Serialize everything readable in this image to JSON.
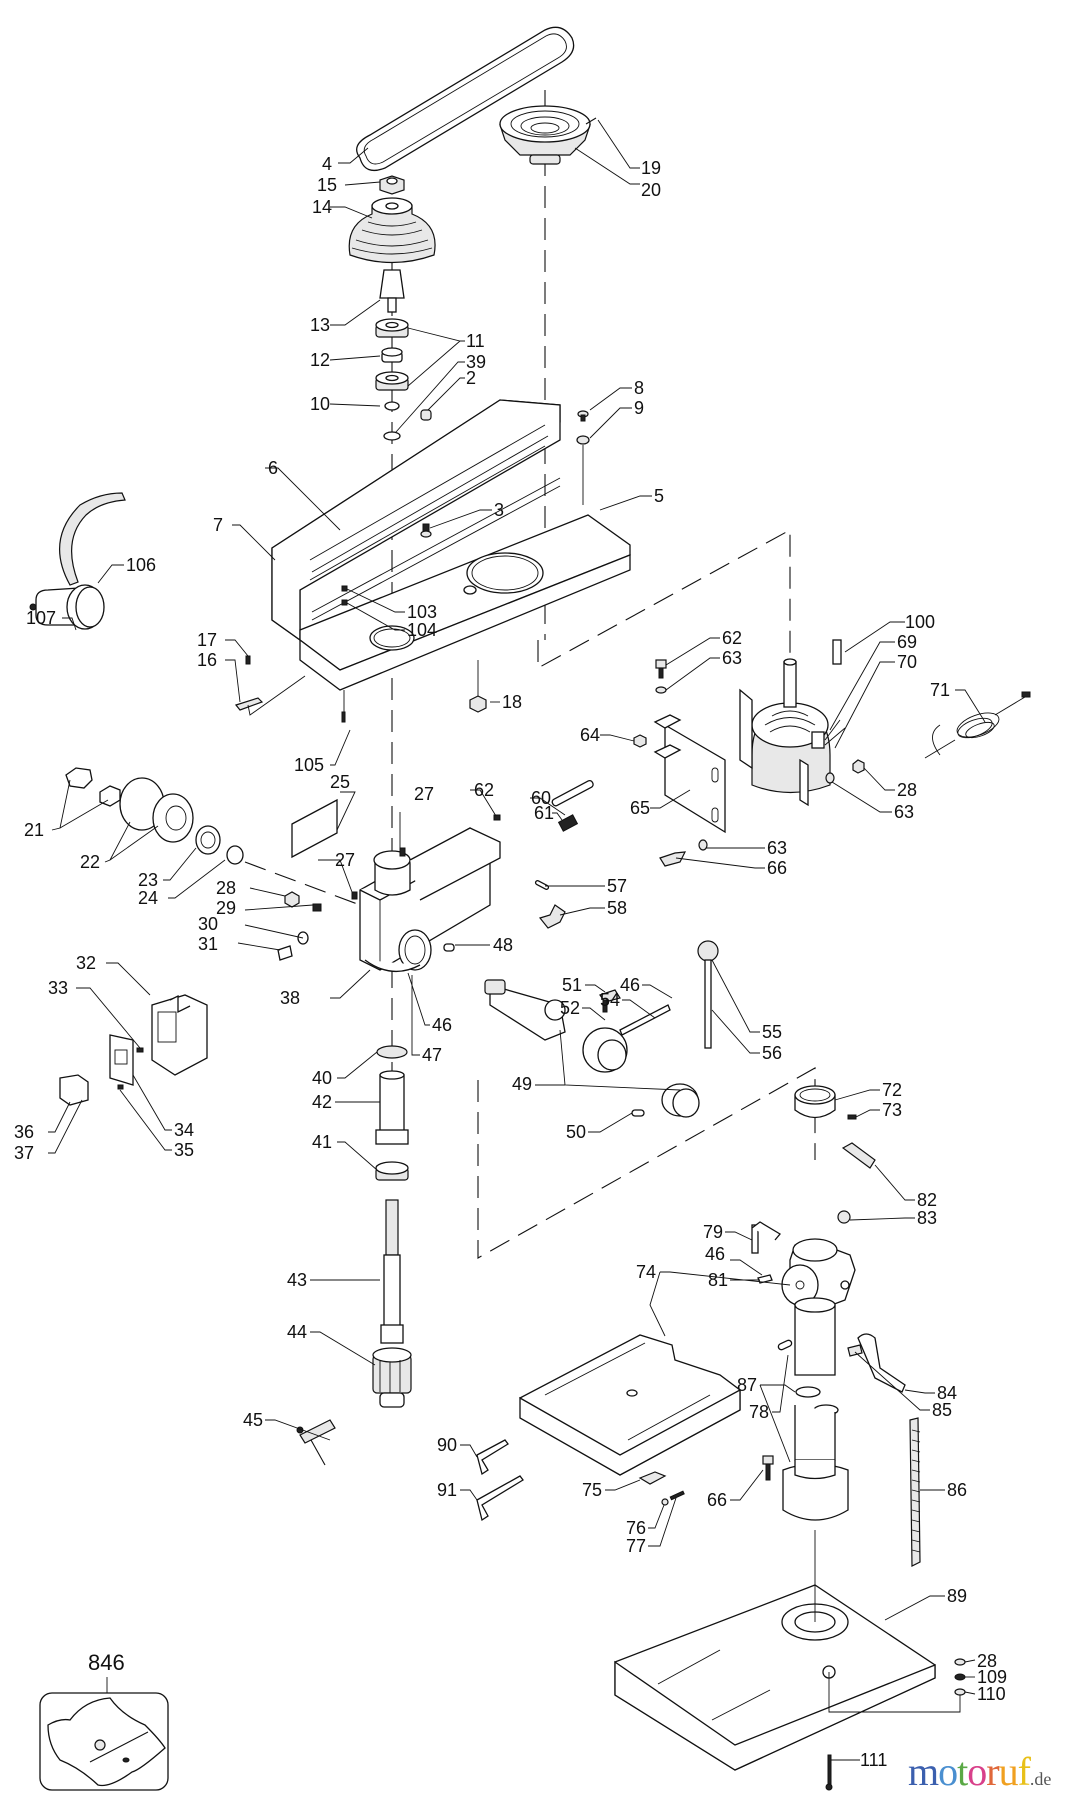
{
  "diagram": {
    "title": "Drill press exploded parts diagram",
    "part_labels": [
      "2",
      "3",
      "4",
      "5",
      "6",
      "7",
      "8",
      "9",
      "10",
      "11",
      "12",
      "13",
      "14",
      "15",
      "16",
      "17",
      "18",
      "19",
      "20",
      "21",
      "22",
      "23",
      "24",
      "25",
      "27",
      "28",
      "29",
      "30",
      "31",
      "32",
      "33",
      "34",
      "35",
      "36",
      "37",
      "38",
      "39",
      "40",
      "41",
      "42",
      "43",
      "44",
      "45",
      "46",
      "47",
      "48",
      "49",
      "50",
      "51",
      "52",
      "54",
      "55",
      "56",
      "57",
      "58",
      "60",
      "61",
      "62",
      "63",
      "64",
      "65",
      "66",
      "69",
      "70",
      "71",
      "72",
      "73",
      "74",
      "75",
      "76",
      "77",
      "78",
      "79",
      "81",
      "82",
      "83",
      "84",
      "85",
      "86",
      "87",
      "89",
      "90",
      "91",
      "100",
      "103",
      "104",
      "105",
      "106",
      "107",
      "109",
      "110",
      "111",
      "846"
    ],
    "callouts": [
      {
        "id": "c4",
        "text": "4"
      },
      {
        "id": "c15",
        "text": "15"
      },
      {
        "id": "c14",
        "text": "14"
      },
      {
        "id": "c13",
        "text": "13"
      },
      {
        "id": "c12",
        "text": "12"
      },
      {
        "id": "c11",
        "text": "11"
      },
      {
        "id": "c39",
        "text": "39"
      },
      {
        "id": "c2",
        "text": "2"
      },
      {
        "id": "c10",
        "text": "10"
      },
      {
        "id": "c19",
        "text": "19"
      },
      {
        "id": "c20",
        "text": "20"
      },
      {
        "id": "c8",
        "text": "8"
      },
      {
        "id": "c9",
        "text": "9"
      },
      {
        "id": "c6",
        "text": "6"
      },
      {
        "id": "c3",
        "text": "3"
      },
      {
        "id": "c5",
        "text": "5"
      },
      {
        "id": "c7",
        "text": "7"
      },
      {
        "id": "c106",
        "text": "106"
      },
      {
        "id": "c107",
        "text": "107"
      },
      {
        "id": "c103",
        "text": "103"
      },
      {
        "id": "c104",
        "text": "104"
      },
      {
        "id": "c17",
        "text": "17"
      },
      {
        "id": "c16",
        "text": "16"
      },
      {
        "id": "c18",
        "text": "18"
      },
      {
        "id": "c105",
        "text": "105"
      },
      {
        "id": "c100",
        "text": "100"
      },
      {
        "id": "c69",
        "text": "69"
      },
      {
        "id": "c70",
        "text": "70"
      },
      {
        "id": "c71",
        "text": "71"
      },
      {
        "id": "c62a",
        "text": "62"
      },
      {
        "id": "c63a",
        "text": "63"
      },
      {
        "id": "c64",
        "text": "64"
      },
      {
        "id": "c65",
        "text": "65"
      },
      {
        "id": "c28a",
        "text": "28"
      },
      {
        "id": "c63b",
        "text": "63"
      },
      {
        "id": "c63c",
        "text": "63"
      },
      {
        "id": "c66a",
        "text": "66"
      },
      {
        "id": "c62b",
        "text": "62"
      },
      {
        "id": "c60",
        "text": "60"
      },
      {
        "id": "c61",
        "text": "61"
      },
      {
        "id": "c57",
        "text": "57"
      },
      {
        "id": "c58",
        "text": "58"
      },
      {
        "id": "c21",
        "text": "21"
      },
      {
        "id": "c22",
        "text": "22"
      },
      {
        "id": "c23",
        "text": "23"
      },
      {
        "id": "c24",
        "text": "24"
      },
      {
        "id": "c25",
        "text": "25"
      },
      {
        "id": "c27a",
        "text": "27"
      },
      {
        "id": "c27b",
        "text": "27"
      },
      {
        "id": "c28b",
        "text": "28"
      },
      {
        "id": "c29",
        "text": "29"
      },
      {
        "id": "c30",
        "text": "30"
      },
      {
        "id": "c31",
        "text": "31"
      },
      {
        "id": "c48",
        "text": "48"
      },
      {
        "id": "c38",
        "text": "38"
      },
      {
        "id": "c46a",
        "text": "46"
      },
      {
        "id": "c47",
        "text": "47"
      },
      {
        "id": "c32",
        "text": "32"
      },
      {
        "id": "c33",
        "text": "33"
      },
      {
        "id": "c34",
        "text": "34"
      },
      {
        "id": "c35",
        "text": "35"
      },
      {
        "id": "c36",
        "text": "36"
      },
      {
        "id": "c37",
        "text": "37"
      },
      {
        "id": "c51",
        "text": "51"
      },
      {
        "id": "c52",
        "text": "52"
      },
      {
        "id": "c54",
        "text": "54"
      },
      {
        "id": "c46b",
        "text": "46"
      },
      {
        "id": "c55",
        "text": "55"
      },
      {
        "id": "c56",
        "text": "56"
      },
      {
        "id": "c49",
        "text": "49"
      },
      {
        "id": "c50",
        "text": "50"
      },
      {
        "id": "c40",
        "text": "40"
      },
      {
        "id": "c42",
        "text": "42"
      },
      {
        "id": "c41",
        "text": "41"
      },
      {
        "id": "c72",
        "text": "72"
      },
      {
        "id": "c73",
        "text": "73"
      },
      {
        "id": "c79",
        "text": "79"
      },
      {
        "id": "c46c",
        "text": "46"
      },
      {
        "id": "c81",
        "text": "81"
      },
      {
        "id": "c82",
        "text": "82"
      },
      {
        "id": "c83",
        "text": "83"
      },
      {
        "id": "c74",
        "text": "74"
      },
      {
        "id": "c43",
        "text": "43"
      },
      {
        "id": "c44",
        "text": "44"
      },
      {
        "id": "c84",
        "text": "84"
      },
      {
        "id": "c85",
        "text": "85"
      },
      {
        "id": "c78",
        "text": "78"
      },
      {
        "id": "c45",
        "text": "45"
      },
      {
        "id": "c90",
        "text": "90"
      },
      {
        "id": "c91",
        "text": "91"
      },
      {
        "id": "c75",
        "text": "75"
      },
      {
        "id": "c76",
        "text": "76"
      },
      {
        "id": "c77",
        "text": "77"
      },
      {
        "id": "c87",
        "text": "87"
      },
      {
        "id": "c86",
        "text": "86"
      },
      {
        "id": "c66b",
        "text": "66"
      },
      {
        "id": "c89",
        "text": "89"
      },
      {
        "id": "c28c",
        "text": "28"
      },
      {
        "id": "c109",
        "text": "109"
      },
      {
        "id": "c110",
        "text": "110"
      },
      {
        "id": "c111",
        "text": "111"
      },
      {
        "id": "c846",
        "text": "846"
      }
    ]
  },
  "watermark": {
    "letters": [
      {
        "ch": "m",
        "color": "#3b5fae"
      },
      {
        "ch": "o",
        "color": "#4a8fd0"
      },
      {
        "ch": "t",
        "color": "#5aa845"
      },
      {
        "ch": "o",
        "color": "#d8408a"
      },
      {
        "ch": "r",
        "color": "#e0683a"
      },
      {
        "ch": "u",
        "color": "#f0a020"
      },
      {
        "ch": "f",
        "color": "#e8c018"
      }
    ],
    "tld": ".de"
  }
}
